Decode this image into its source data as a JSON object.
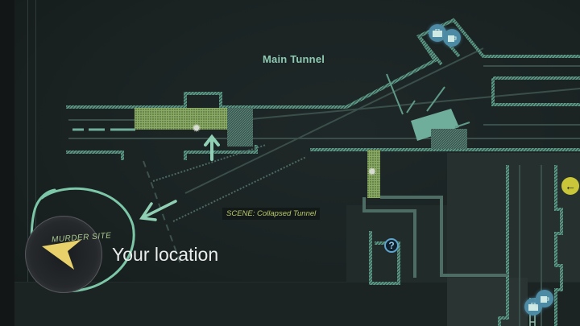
{
  "map": {
    "area_label": "Main Tunnel",
    "scene_label": "SCENE: Collapsed Tunnel",
    "player": {
      "label": "Your location",
      "marker_annotation": "MURDER SITE",
      "marker_icon": "player-arrow-icon"
    },
    "markers": [
      {
        "type": "objective-icon",
        "glyph": "✹"
      },
      {
        "type": "objective-icon",
        "glyph": "✹"
      },
      {
        "type": "help-icon",
        "glyph": "?"
      },
      {
        "type": "exit-icon",
        "glyph": "←"
      },
      {
        "type": "evidence-case-icon"
      },
      {
        "type": "coffee-cup-icon"
      }
    ],
    "colors": {
      "wall": "#6fae9b",
      "hatched_zone": "#9ab86f",
      "player_arrow": "#e8d06a",
      "circle_annotation": "#7cc7a8",
      "scene_text": "#b9c86a",
      "exit_marker": "#c9c63a",
      "help_marker": "#5ea6cf"
    }
  }
}
